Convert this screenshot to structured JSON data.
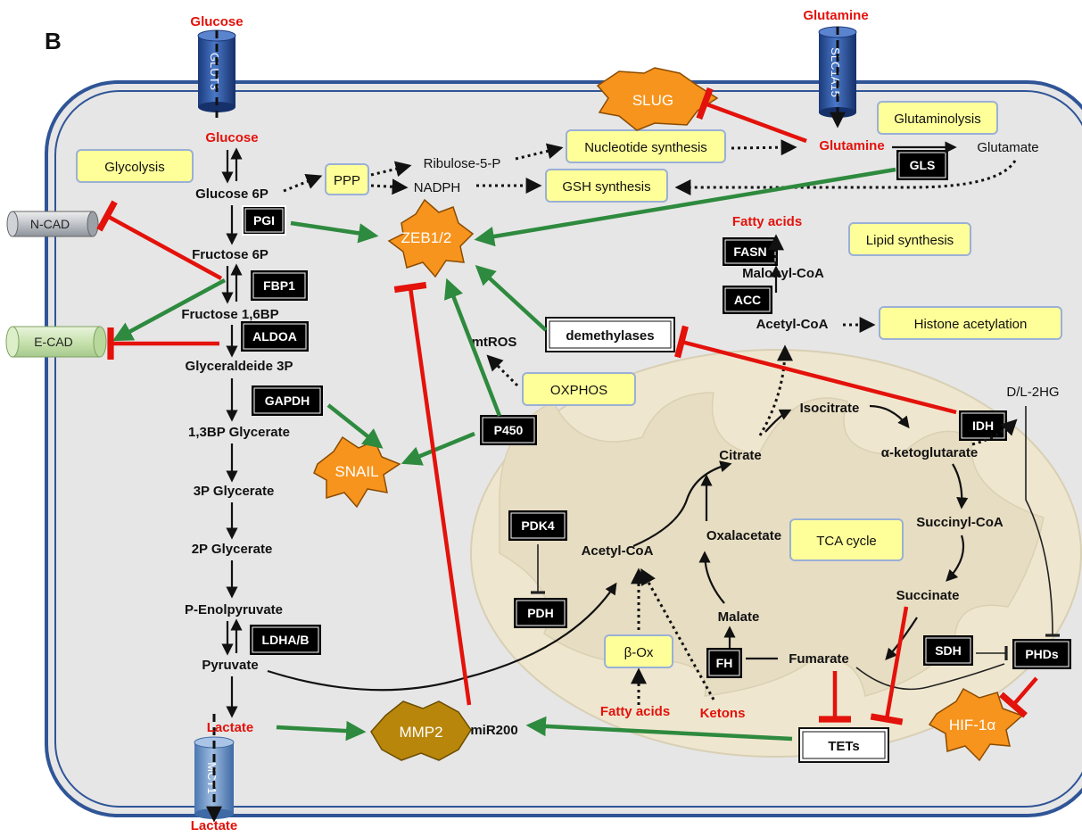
{
  "panel_letter": "B",
  "transporters": {
    "glut3": "GLUT3",
    "slc1a15": "SLC1A15",
    "mct1": "MCT1"
  },
  "metabolites": {
    "glucose_out": "Glucose",
    "glucose_in": "Glucose",
    "glutamine_out": "Glutamine",
    "glutamine_in": "Glutamine",
    "glutamate": "Glutamate",
    "glucose6p": "Glucose 6P",
    "ribulose5p": "Ribulose-5-P",
    "nadph": "NADPH",
    "fructose6p": "Fructose 6P",
    "fructose16bp": "Fructose 1,6BP",
    "glyceraldeide3p": "Glyceraldeide 3P",
    "bpglycerate13": "1,3BP Glycerate",
    "glycerate3p": "3P Glycerate",
    "glycerate2p": "2P Glycerate",
    "penolpyruvate": "P-Enolpyruvate",
    "pyruvate": "Pyruvate",
    "lactate_in": "Lactate",
    "lactate_out": "Lactate",
    "fatty_acids_top": "Fatty acids",
    "malonylcoa": "Malonyl-CoA",
    "acetylcoa_cyto": "Acetyl-CoA",
    "mtros": "mtROS",
    "d_l_2hg": "D/L-2HG",
    "isocitrate": "Isocitrate",
    "citrate": "Citrate",
    "akg": "α-ketoglutarate",
    "succinylcoa": "Succinyl-CoA",
    "oxalacetate": "Oxalacetate",
    "acetylcoa_mito": "Acetyl-CoA",
    "succinate": "Succinate",
    "malate": "Malate",
    "fumarate": "Fumarate",
    "fatty_acids_bottom": "Fatty acids",
    "ketons": "Ketons",
    "mir200": "miR200"
  },
  "enzymes": {
    "pgi": "PGI",
    "fbp1": "FBP1",
    "aldoa": "ALDOA",
    "gapdh": "GAPDH",
    "ldha": "LDHA/B",
    "p450": "P450",
    "gls": "GLS",
    "fasn": "FASN",
    "acc": "ACC",
    "idh": "IDH",
    "pdk4": "PDK4",
    "pdh": "PDH",
    "fh": "FH",
    "sdh": "SDH",
    "phds": "PHDs"
  },
  "process_boxes": {
    "glycolysis": "Glycolysis",
    "ppp": "PPP",
    "nucleotide": "Nucleotide synthesis",
    "gsh": "GSH synthesis",
    "glutaminolysis": "Glutaminolysis",
    "lipid": "Lipid synthesis",
    "histone": "Histone acetylation",
    "oxphos": "OXPHOS",
    "tca": "TCA cycle",
    "box": "β-Ox"
  },
  "outlined_boxes": {
    "demethylases": "demethylases",
    "tets": "TETs"
  },
  "transcription_factors": {
    "slug": "SLUG",
    "zeb": "ZEB1/2",
    "snail": "SNAIL",
    "mmp2": "MMP2",
    "hif": "HIF-1α"
  },
  "adhesion": {
    "ncad": "N-CAD",
    "ecad": "E-CAD"
  },
  "colors": {
    "cell_fill": "#e6e6e6",
    "cell_border": "#2f5597",
    "mito_fill": "#efe6cf",
    "process_box": "#ffff99",
    "tf_orange": "#f7941d",
    "mmp2_brown": "#b8860b",
    "activation_green": "#2e8a3e",
    "inhibition_red": "#e3120b",
    "metabolite_red": "#e3120b"
  }
}
